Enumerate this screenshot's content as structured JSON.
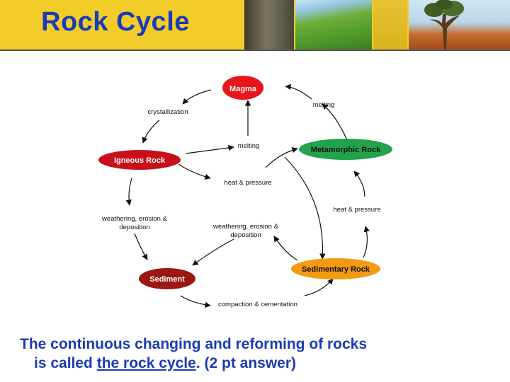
{
  "slide": {
    "title": "Rock Cycle"
  },
  "diagram": {
    "nodes": {
      "magma": "Magma",
      "igneous": "Igneous Rock",
      "metamorphic": "Metamorphic Rock",
      "sediment": "Sediment",
      "sedimentary": "Sedimentary Rock"
    },
    "processes": {
      "crystallization": "crystallization",
      "melting_top": "melting",
      "melting_center": "melting",
      "heat_pressure_center": "heat & pressure",
      "heat_pressure_right": "heat & pressure",
      "weathering_left_1": "weathering, erosion &",
      "weathering_left_2": "deposition",
      "weathering_center_1": "weathering, erosion &",
      "weathering_center_2": "deposition",
      "compaction": "compaction & cementation"
    },
    "colors": {
      "magma": "#e8161b",
      "igneous": "#c8101a",
      "metamorphic": "#22a24a",
      "sediment": "#9b1714",
      "sedimentary": "#f29a12"
    }
  },
  "content": {
    "line1": "The continuous changing and reforming of rocks",
    "line2_prefix": "is called ",
    "line2_term": "the rock cycle",
    "line2_suffix": ". (2 pt answer)"
  }
}
